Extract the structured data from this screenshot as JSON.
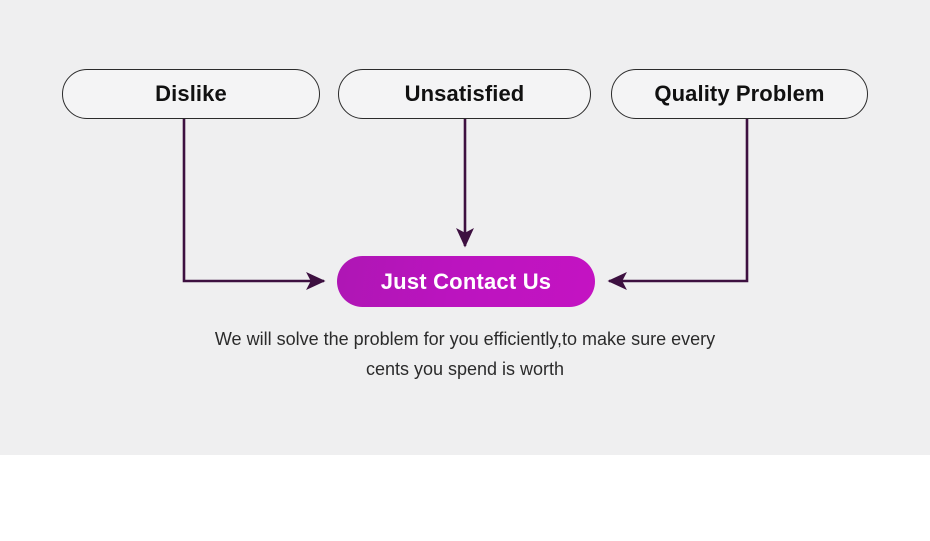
{
  "banner": {
    "background_color": "#ffffff",
    "panel_color": "#efeff0",
    "accent_color": "#bb14bf",
    "connector_color": "#3d1040"
  },
  "reasons": [
    {
      "id": "dislike",
      "label": "Dislike"
    },
    {
      "id": "unsatisfied",
      "label": "Unsatisfied"
    },
    {
      "id": "quality-problem",
      "label": "Quality Problem"
    }
  ],
  "cta": {
    "label": "Just Contact Us"
  },
  "caption": {
    "line1": "We will solve the problem for you efficiently,to make sure every",
    "line2": "cents you spend is worth"
  },
  "connectors": [
    {
      "id": "dislike-to-cta",
      "from": "dislike",
      "to": "cta",
      "direction": "right"
    },
    {
      "id": "unsatisfied-to-cta",
      "from": "unsatisfied",
      "to": "cta",
      "direction": "down"
    },
    {
      "id": "quality-to-cta",
      "from": "quality-problem",
      "to": "cta",
      "direction": "left"
    }
  ]
}
